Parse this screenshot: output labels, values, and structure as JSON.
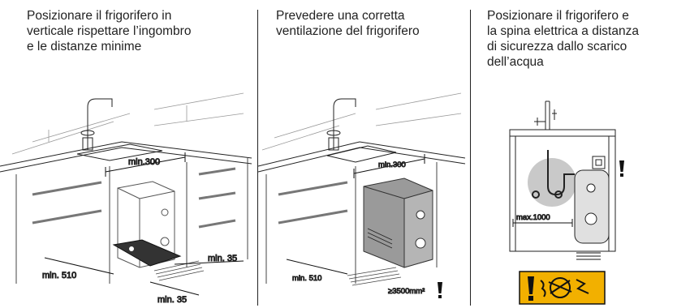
{
  "panels": [
    {
      "caption": "Posizionare il frigorifero in\nverticale rispettare l’ingombro\ne le distanze minime",
      "dims": {
        "top": "min.300",
        "side_right": "min. 35",
        "bottom_right": "min. 35",
        "left": "min. 510"
      }
    },
    {
      "caption": "Prevedere una corretta\nventilazione del frigorifero",
      "dims": {
        "top": "min.300",
        "left": "min. 510",
        "vent": "≥3500mm²"
      }
    },
    {
      "caption": "Posizionare il frigorifero e\nla spina elettrica a distanza\ndi sicurezza dallo scarico\ndell’acqua",
      "dims": {
        "max": "max.1000"
      }
    }
  ],
  "colors": {
    "warning": "#f2b000",
    "appliance_fill": "#9a9a9a",
    "line": "#222222"
  }
}
